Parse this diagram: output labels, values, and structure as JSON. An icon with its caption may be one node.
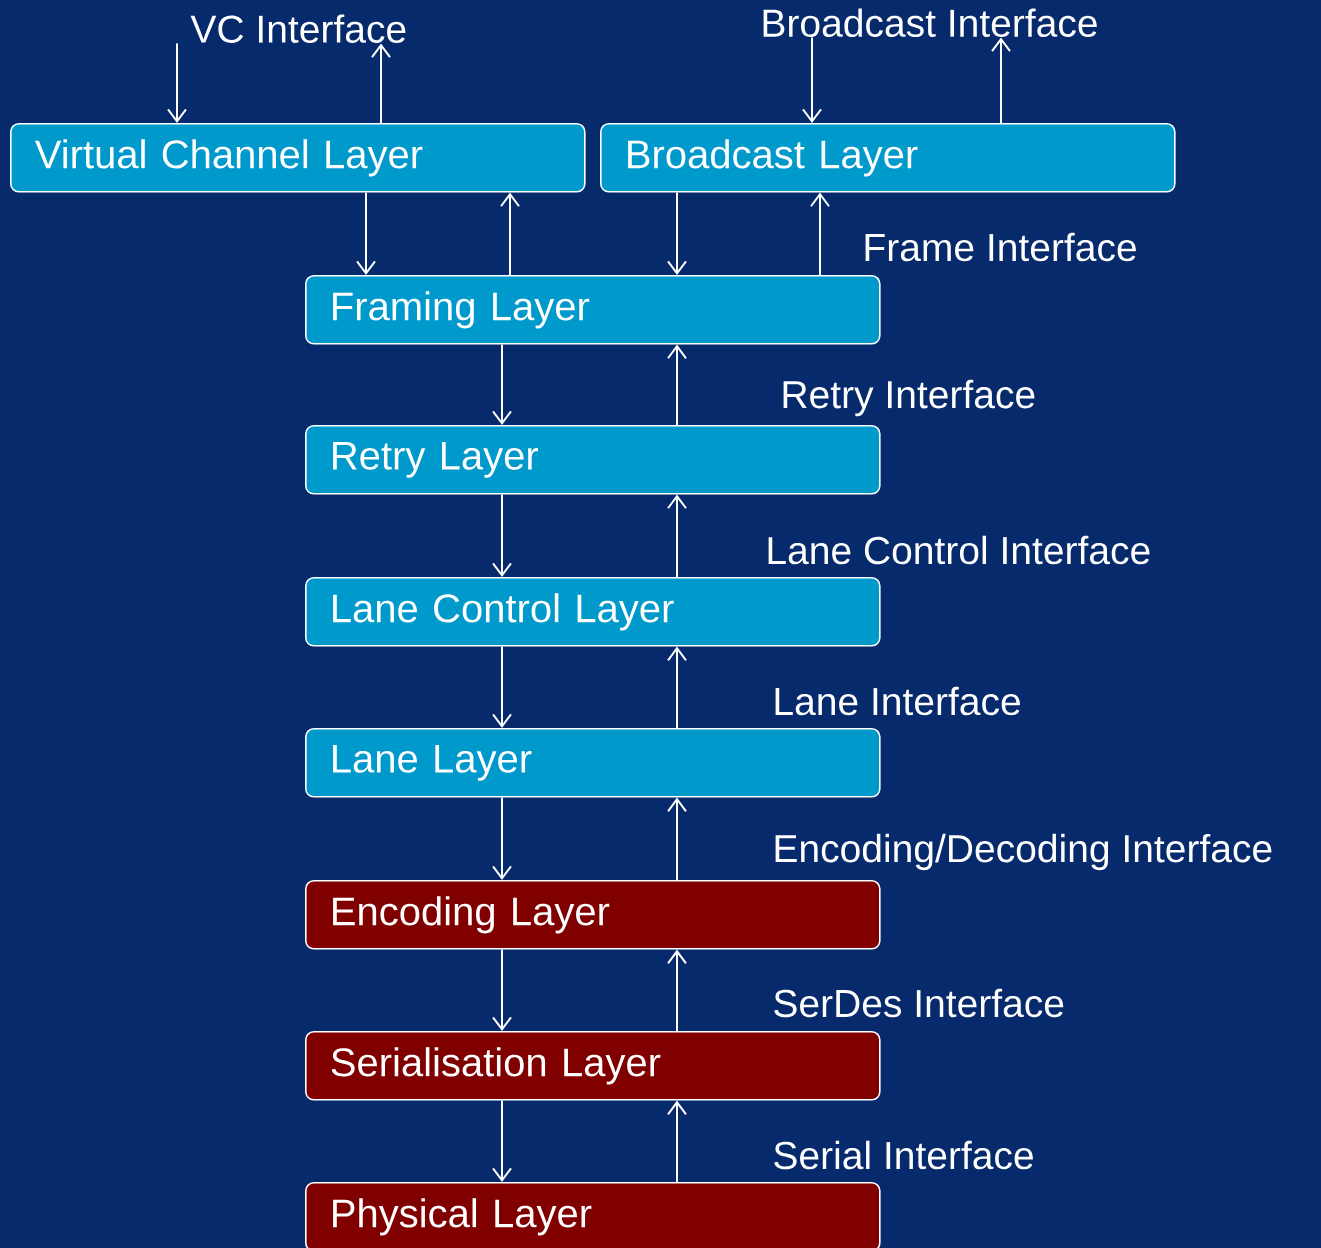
{
  "diagram": {
    "nodes": [
      {
        "text": [
          "VC Interface"
        ]
      },
      {
        "text": [
          "Broadcast Interface"
        ]
      },
      {
        "text": [
          "Virtual Channel Layer"
        ]
      },
      {
        "text": [
          "Broadcast Layer"
        ]
      },
      {
        "text": [
          "Framing Layer"
        ]
      },
      {
        "text": [
          "Retry Layer"
        ]
      },
      {
        "text": [
          "Lane Control Layer"
        ]
      },
      {
        "text": [
          "Lane Layer"
        ]
      },
      {
        "text": [
          "Encoding Layer"
        ]
      },
      {
        "text": [
          "Serialisation Layer"
        ]
      },
      {
        "text": [
          "Physical Layer"
        ]
      }
    ],
    "edges": [
      {
        "from": 0,
        "to": 2,
        "arrow": "to"
      },
      {
        "from": 2,
        "to": 0,
        "arrow": "to"
      },
      {
        "from": 1,
        "to": 3,
        "arrow": "to"
      },
      {
        "from": 3,
        "to": 1,
        "arrow": "to"
      },
      {
        "from": 2,
        "to": 4,
        "arrow": "to"
      },
      {
        "from": 4,
        "to": 2,
        "arrow": "to"
      },
      {
        "from": 3,
        "to": 4,
        "arrow": "to"
      },
      {
        "from": 4,
        "to": 3,
        "arrow": "to"
      },
      {
        "from": 4,
        "to": 5,
        "arrow": "to"
      },
      {
        "from": 5,
        "to": 4,
        "arrow": "to"
      },
      {
        "from": 5,
        "to": 6,
        "arrow": "to"
      },
      {
        "from": 6,
        "to": 5,
        "arrow": "to"
      },
      {
        "from": 6,
        "to": 7,
        "arrow": "to"
      },
      {
        "from": 7,
        "to": 6,
        "arrow": "to"
      },
      {
        "from": 7,
        "to": 8,
        "arrow": "to"
      },
      {
        "from": 8,
        "to": 7,
        "arrow": "to"
      },
      {
        "from": 8,
        "to": 9,
        "arrow": "to"
      },
      {
        "from": 9,
        "to": 8,
        "arrow": "to"
      },
      {
        "from": 9,
        "to": 10,
        "arrow": "to"
      },
      {
        "from": 10,
        "to": 9,
        "arrow": "to"
      }
    ],
    "labels": [
      "Frame Interface",
      "Retry Interface",
      "Lane Control Interface",
      "Lane Interface",
      "Encoding/Decoding Interface",
      "SerDes Interface",
      "Serial Interface"
    ]
  }
}
